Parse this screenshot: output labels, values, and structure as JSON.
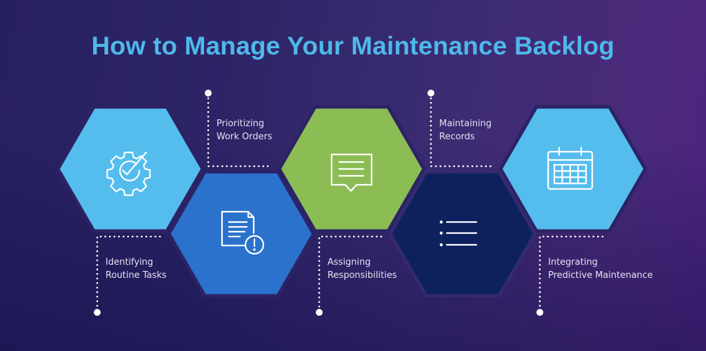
{
  "title": "How to Manage Your Maintenance Backlog",
  "colors": {
    "title": "#4fb8ea",
    "hex_light_blue": "#55bdee",
    "hex_blue": "#2a72cc",
    "hex_green": "#8cbd55",
    "hex_navy": "#0e215f",
    "label_text": "#e6e2f2",
    "connector": "#ffffff"
  },
  "steps": [
    {
      "order": 1,
      "line1": "Identifying",
      "line2": "Routine Tasks",
      "icon": "gear-check-icon",
      "color": "#55bdee",
      "label_position": "below"
    },
    {
      "order": 2,
      "line1": "Prioritizing",
      "line2": "Work Orders",
      "icon": "document-alert-icon",
      "color": "#2a72cc",
      "label_position": "above"
    },
    {
      "order": 3,
      "line1": "Assigning",
      "line2": "Responsibilities",
      "icon": "chat-bubble-icon",
      "color": "#8cbd55",
      "label_position": "below"
    },
    {
      "order": 4,
      "line1": "Maintaining",
      "line2": "Records",
      "icon": "bulleted-list-icon",
      "color": "#0e215f",
      "label_position": "above"
    },
    {
      "order": 5,
      "line1": "Integrating",
      "line2": "Predictive Maintenance",
      "icon": "calendar-icon",
      "color": "#55bdee",
      "label_position": "below"
    }
  ]
}
